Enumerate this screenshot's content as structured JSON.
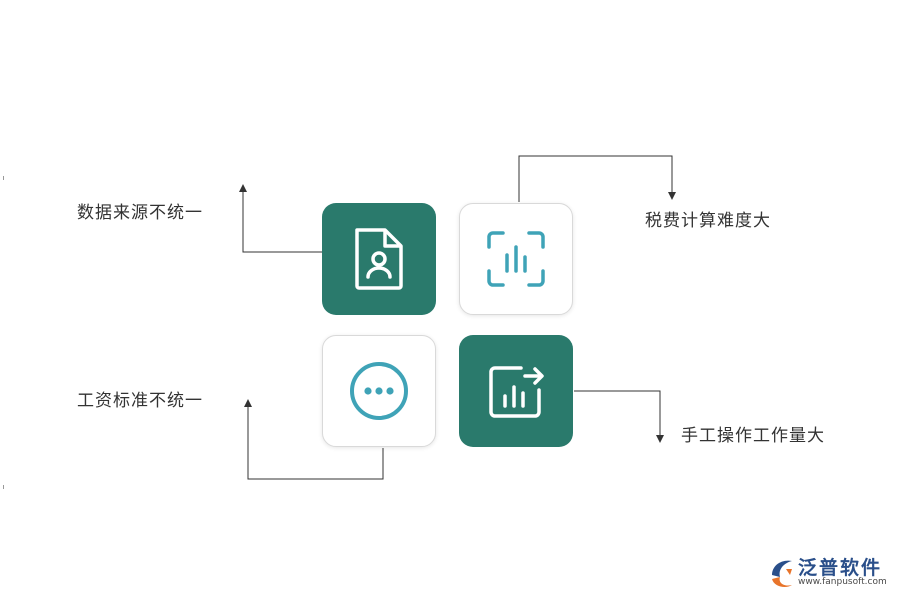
{
  "labels": {
    "top_left": "数据来源不统一",
    "top_right": "税费计算难度大",
    "bottom_left": "工资标准不统一",
    "bottom_right": "手工操作工作量大"
  },
  "tiles": {
    "top_left": {
      "icon": "document-user-icon",
      "style": "dark"
    },
    "top_right": {
      "icon": "scan-bar-chart-icon",
      "style": "light"
    },
    "bottom_left": {
      "icon": "more-dots-icon",
      "style": "light"
    },
    "bottom_right": {
      "icon": "export-bar-chart-icon",
      "style": "dark"
    }
  },
  "colors": {
    "dark_tile": "#2a7a6c",
    "icon_light": "#3fa3b7",
    "connector": "#333333",
    "text": "#333333"
  },
  "logo": {
    "name": "泛普软件",
    "url": "www.fanpusoft.com"
  }
}
